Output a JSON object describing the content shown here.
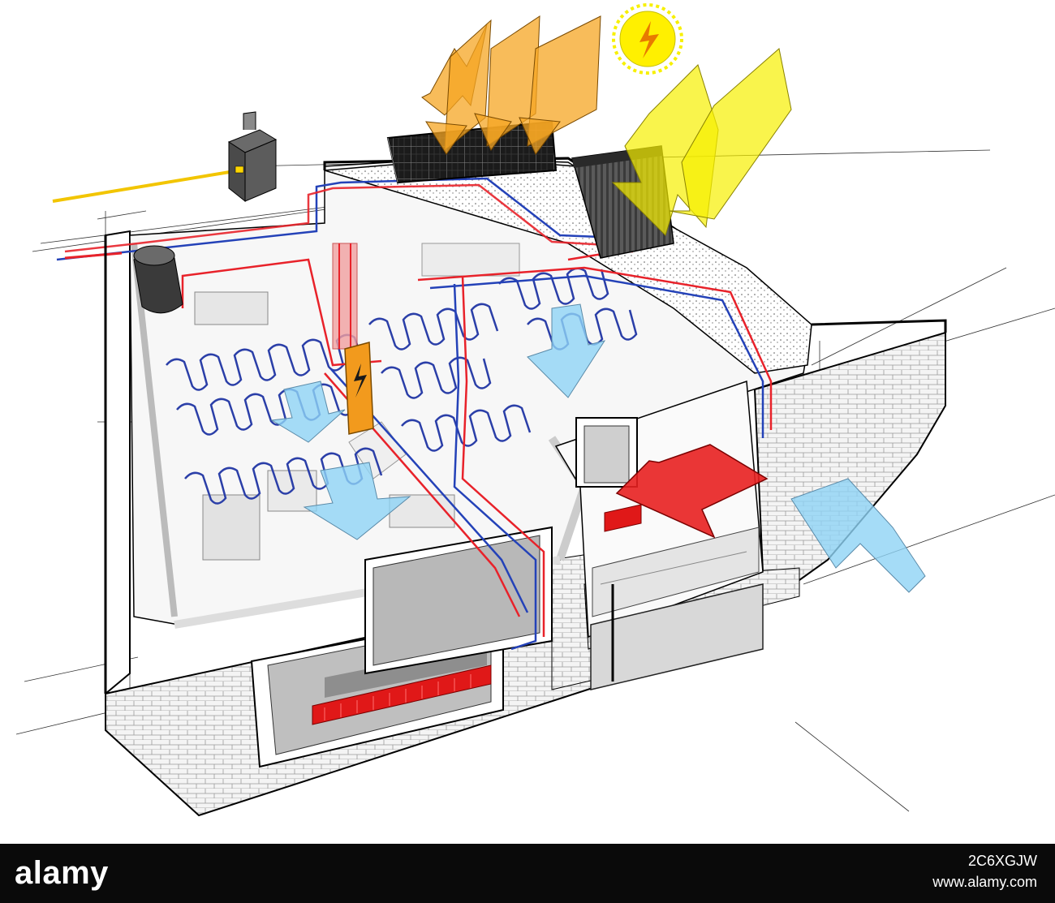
{
  "diagram": {
    "components": [
      {
        "name": "gas-boiler",
        "color": "#4a4a4a"
      },
      {
        "name": "hot-water-tank",
        "color": "#3a3a3a"
      },
      {
        "name": "photovoltaic-panels",
        "color": "#1c1c1c"
      },
      {
        "name": "solar-thermal-collector",
        "color": "#2a2a2a"
      },
      {
        "name": "electric-meter-box",
        "icon": "lightning-icon",
        "color": "#f29a1d"
      },
      {
        "name": "underfloor-heating-loops",
        "color": "#2b3fa8"
      },
      {
        "name": "wall-radiator",
        "color": "#e01818"
      },
      {
        "name": "sun",
        "icon": "sun-lightning-icon",
        "color": "#fff000"
      }
    ],
    "colors": {
      "hot_pipe": "#e8222a",
      "cold_pipe": "#2442b8",
      "gas_line": "#f2c500",
      "solar_rays": "#f5a623",
      "sun_rays": "#f7f000",
      "heat_loss_arrow": "#e82020",
      "cool_air_arrow": "#8fd3f5",
      "brick": "#f2f2f2",
      "outline": "#000000"
    }
  },
  "watermark": {
    "logo": "alamy",
    "image_id": "2C6XGJW",
    "url": "www.alamy.com"
  }
}
